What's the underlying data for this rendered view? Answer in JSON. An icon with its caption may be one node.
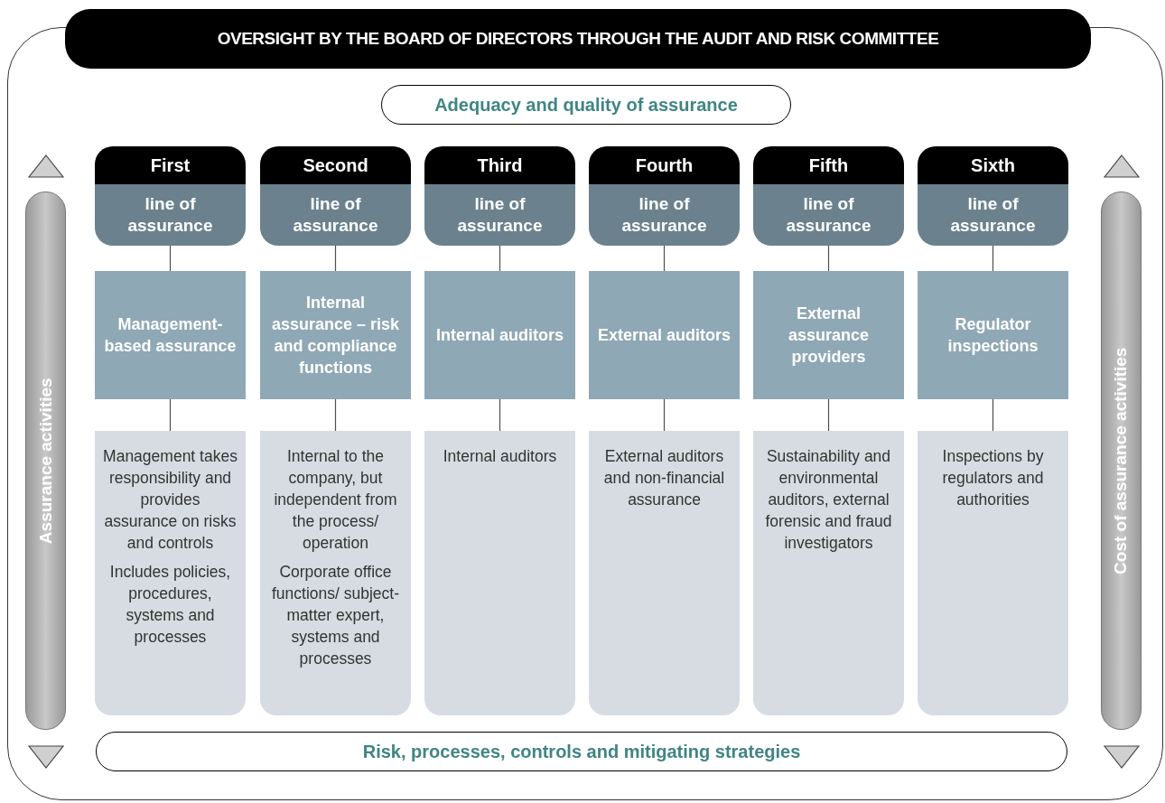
{
  "diagram": {
    "nodes": [
      {
        "text": [
          "OVERSIGHT BY THE BOARD OF DIRECTORS THROUGH THE AUDIT AND RISK COMMITTEE"
        ]
      },
      {
        "text": [
          "Adequacy and quality of assurance"
        ]
      },
      {
        "text": [
          "First",
          "line of assurance"
        ]
      },
      {
        "text": [
          "Management-based assurance"
        ]
      },
      {
        "text": [
          "Management takes responsibility and provides assurance on risks and controls",
          "Includes policies, procedures, systems and processes"
        ]
      },
      {
        "text": [
          "Second",
          "line of assurance"
        ]
      },
      {
        "text": [
          "Internal assurance – risk and compliance functions"
        ]
      },
      {
        "text": [
          "Internal to the company, but independent from the process/ operation",
          "Corporate office functions/ subject-matter expert, systems and processes"
        ]
      },
      {
        "text": [
          "Third",
          "line of assurance"
        ]
      },
      {
        "text": [
          "Internal auditors"
        ]
      },
      {
        "text": [
          "Internal auditors"
        ]
      },
      {
        "text": [
          "Fourth",
          "line of assurance"
        ]
      },
      {
        "text": [
          "External auditors"
        ]
      },
      {
        "text": [
          "External auditors and non-financial assurance"
        ]
      },
      {
        "text": [
          "Fifth",
          "line of assurance"
        ]
      },
      {
        "text": [
          "External assurance providers"
        ]
      },
      {
        "text": [
          "Sustainability and environmental auditors, external forensic and fraud investigators"
        ]
      },
      {
        "text": [
          "Sixth",
          "line of assurance"
        ]
      },
      {
        "text": [
          "Regulator inspections"
        ]
      },
      {
        "text": [
          "Inspections by regulators and authorities"
        ]
      },
      {
        "text": [
          "Assurance activities"
        ]
      },
      {
        "text": [
          "Cost of assurance activities"
        ]
      },
      {
        "text": [
          "Risk, processes, controls and mitigating strategies"
        ]
      }
    ],
    "edges": [
      {
        "from": 2,
        "to": 3,
        "arrow": "none"
      },
      {
        "from": 3,
        "to": 4,
        "arrow": "none"
      },
      {
        "from": 5,
        "to": 6,
        "arrow": "none"
      },
      {
        "from": 6,
        "to": 7,
        "arrow": "none"
      },
      {
        "from": 8,
        "to": 9,
        "arrow": "none"
      },
      {
        "from": 9,
        "to": 10,
        "arrow": "none"
      },
      {
        "from": 11,
        "to": 12,
        "arrow": "none"
      },
      {
        "from": 12,
        "to": 13,
        "arrow": "none"
      },
      {
        "from": 14,
        "to": 15,
        "arrow": "none"
      },
      {
        "from": 15,
        "to": 16,
        "arrow": "none"
      },
      {
        "from": 17,
        "to": 18,
        "arrow": "none"
      },
      {
        "from": 18,
        "to": 19,
        "arrow": "none"
      }
    ]
  }
}
